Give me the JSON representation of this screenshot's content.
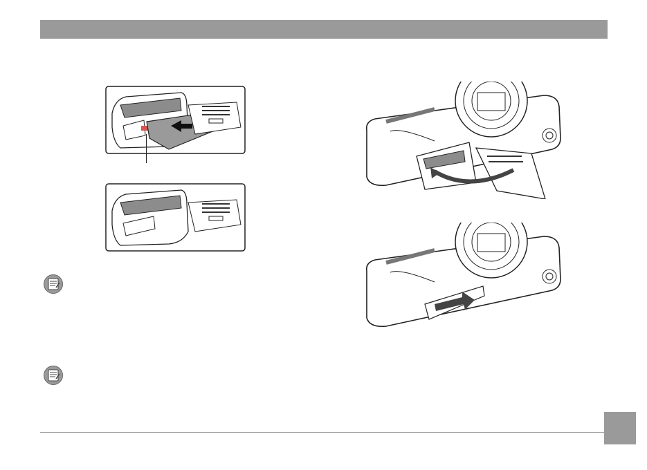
{
  "page": {
    "header_bar_color": "#9a9a9a",
    "page_tab_color": "#9a9a9a"
  },
  "figures": [
    {
      "name": "insert-sd-card",
      "icon": "arrow-right-icon"
    },
    {
      "name": "card-slot-closed"
    },
    {
      "name": "open-battery-door",
      "icon": "curved-arrow-icon"
    },
    {
      "name": "slide-battery-door-closed",
      "icon": "arrow-right-icon"
    }
  ],
  "notes": [
    {
      "icon": "note-icon"
    },
    {
      "icon": "note-icon"
    }
  ]
}
